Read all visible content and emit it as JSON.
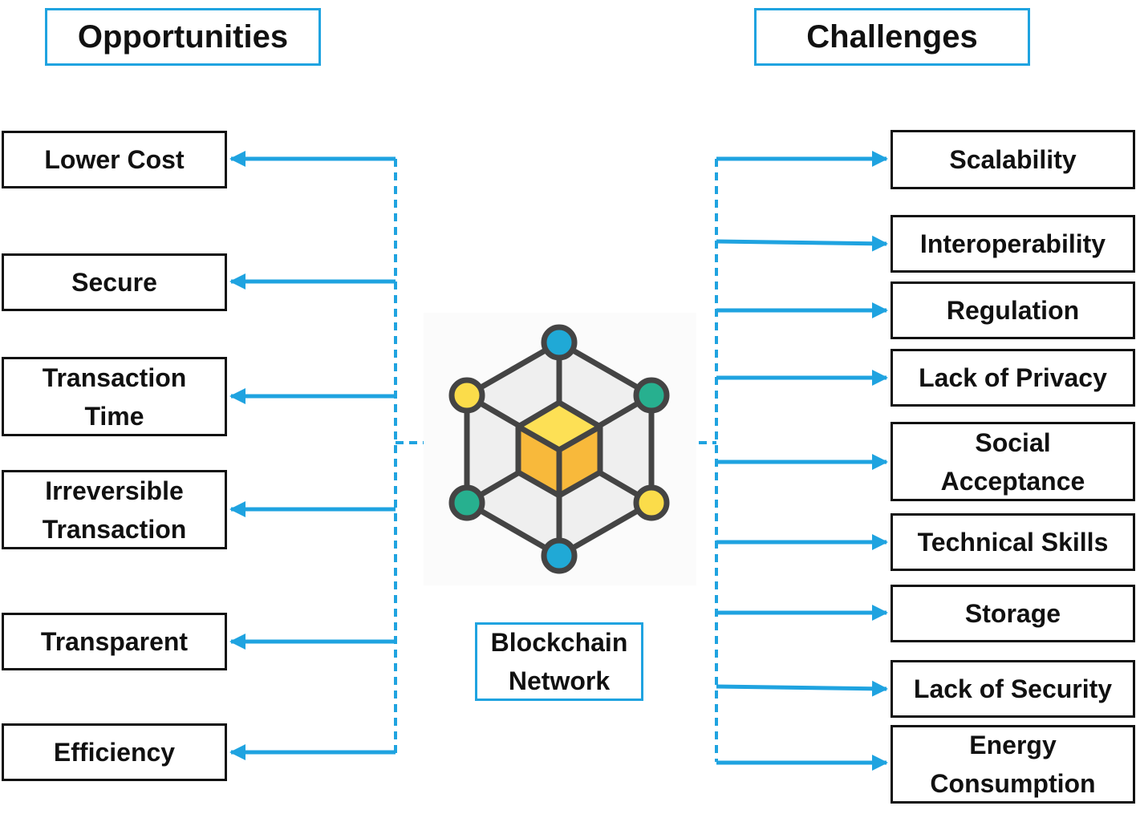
{
  "opportunities": {
    "title": "Opportunities",
    "items": [
      "Lower Cost",
      "Secure",
      "Transaction\nTime",
      "Irreversible\nTransaction",
      "Transparent",
      "Efficiency"
    ]
  },
  "challenges": {
    "title": "Challenges",
    "items": [
      "Scalability",
      "Interoperability",
      "Regulation",
      "Lack of Privacy",
      "Social\nAcceptance",
      "Technical Skills",
      "Storage",
      "Lack of Security",
      "Energy\nConsumption"
    ]
  },
  "center": {
    "label": "Blockchain\nNetwork",
    "icon": "blockchain-network-icon"
  },
  "colors": {
    "accent": "#1fa3e0",
    "box_border": "#111111",
    "cube_top": "#fde055",
    "cube_side": "#f8b93b",
    "node_blue": "#20a9d6",
    "node_green": "#27b08f",
    "node_yellow": "#fbdc4a"
  }
}
